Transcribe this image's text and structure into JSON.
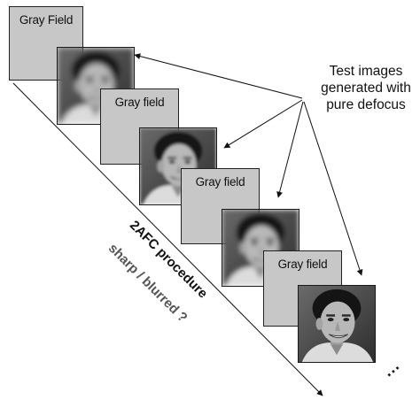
{
  "frames": [
    {
      "kind": "gray",
      "label": "Gray Field"
    },
    {
      "kind": "photo",
      "blur": 3.4
    },
    {
      "kind": "gray",
      "label": "Gray field"
    },
    {
      "kind": "photo",
      "blur": 1.6
    },
    {
      "kind": "gray",
      "label": "Gray field"
    },
    {
      "kind": "photo",
      "blur": 2.6
    },
    {
      "kind": "gray",
      "label": "Gray field"
    },
    {
      "kind": "photo",
      "blur": 0
    }
  ],
  "annotation": {
    "lines": [
      "Test images",
      "generated with",
      "pure defocus"
    ]
  },
  "procedure": {
    "title": "2AFC procedure",
    "subtitle": "sharp / blurred ?"
  },
  "continuation": "...",
  "colors": {
    "gray_field": "#c7c7c7",
    "title_text": "#111111",
    "subtitle_text": "#555555",
    "arrows": "#111111"
  }
}
